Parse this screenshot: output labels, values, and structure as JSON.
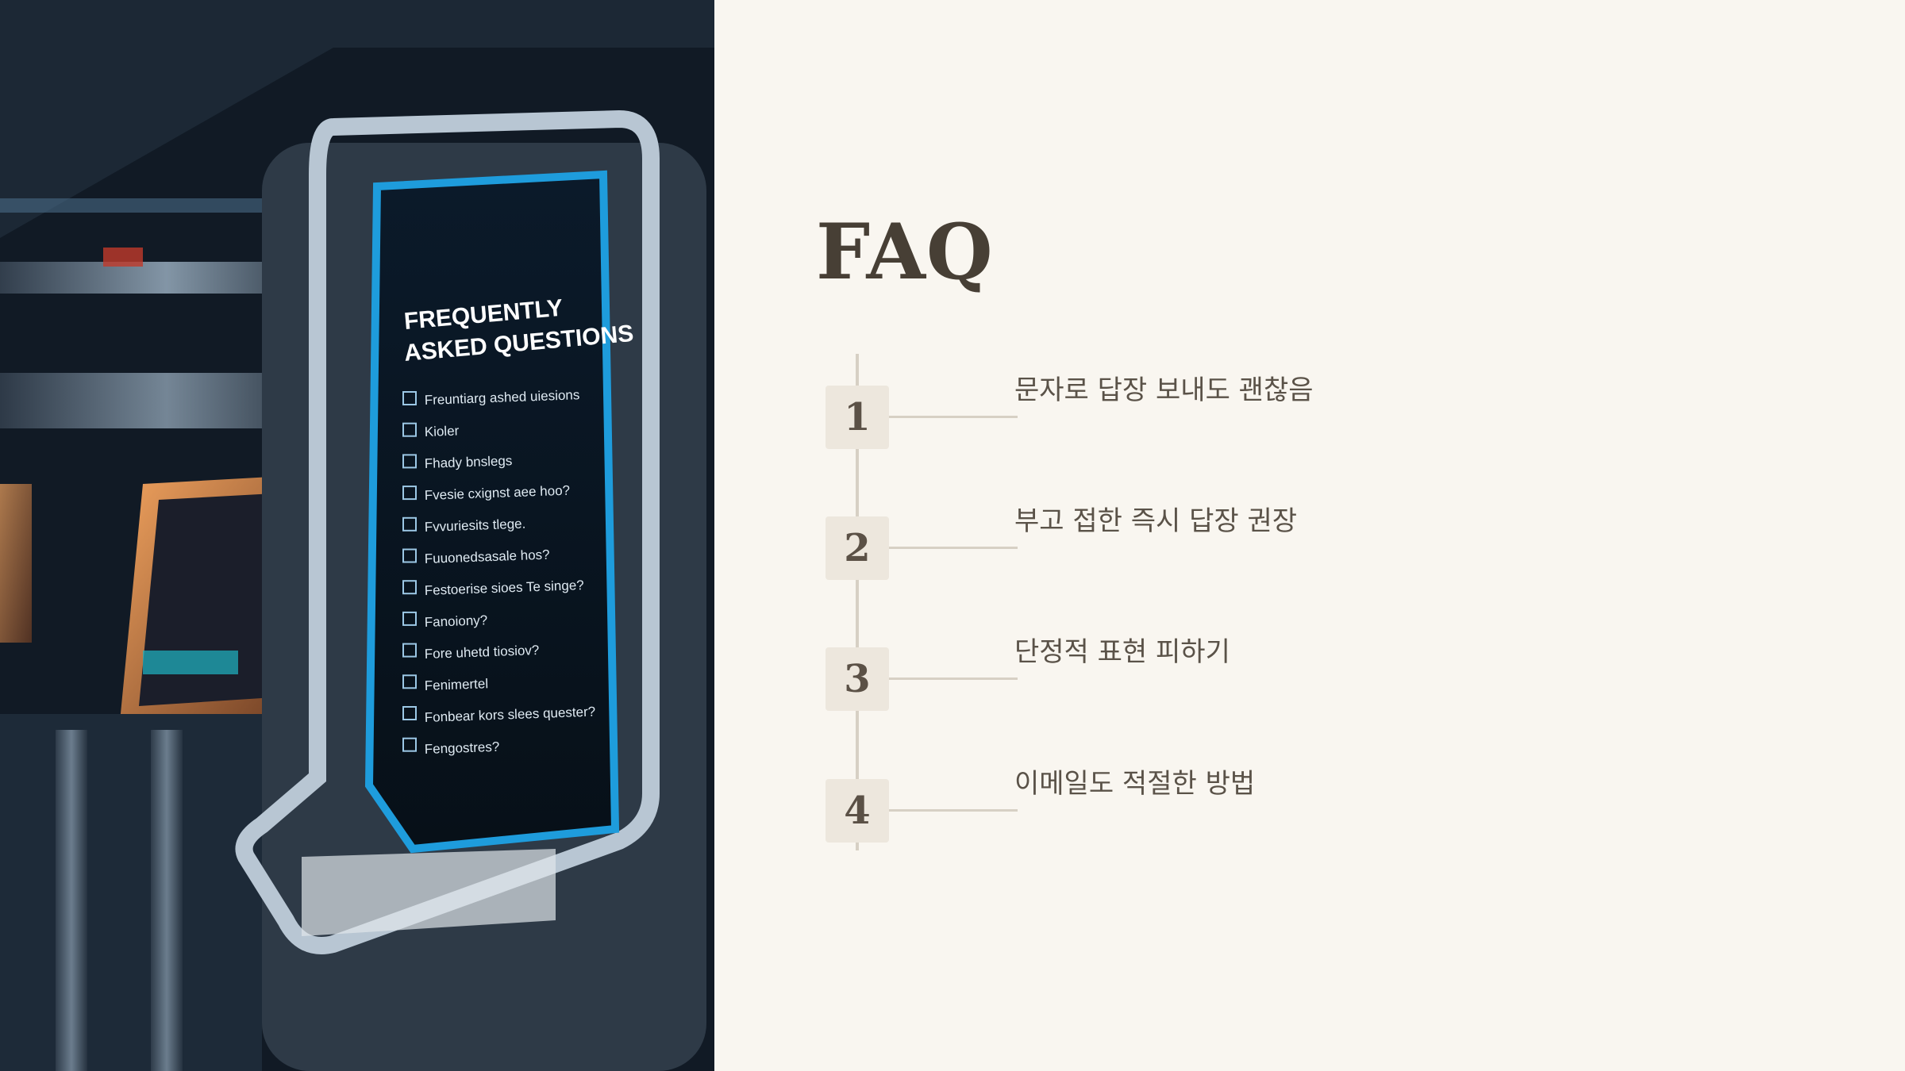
{
  "title": "FAQ",
  "hero_sign": {
    "heading_line1": "FREQUENTLY",
    "heading_line2": "ASKED QUESTIONS",
    "items": [
      "Freuntiarg ashed uiesions",
      "Kioler",
      "Fhady bnslegs",
      "Fvesie cxignst aee hoo?",
      "Fvvuriesits tlege.",
      "Fuuonedsasale hos?",
      "Festoerise sioes Te singe?",
      "Fanoiony?",
      "Fore uhetd tiosiov?",
      "Fenimertel",
      "Fonbear kors slees quester?",
      "Fengostres?"
    ]
  },
  "faq": [
    {
      "number": "1",
      "text": "문자로 답장 보내도 괜찮음"
    },
    {
      "number": "2",
      "text": "부고 접한 즉시 답장 권장"
    },
    {
      "number": "3",
      "text": "단정적 표현 피하기"
    },
    {
      "number": "4",
      "text": "이메일도 적절한 방법"
    }
  ]
}
